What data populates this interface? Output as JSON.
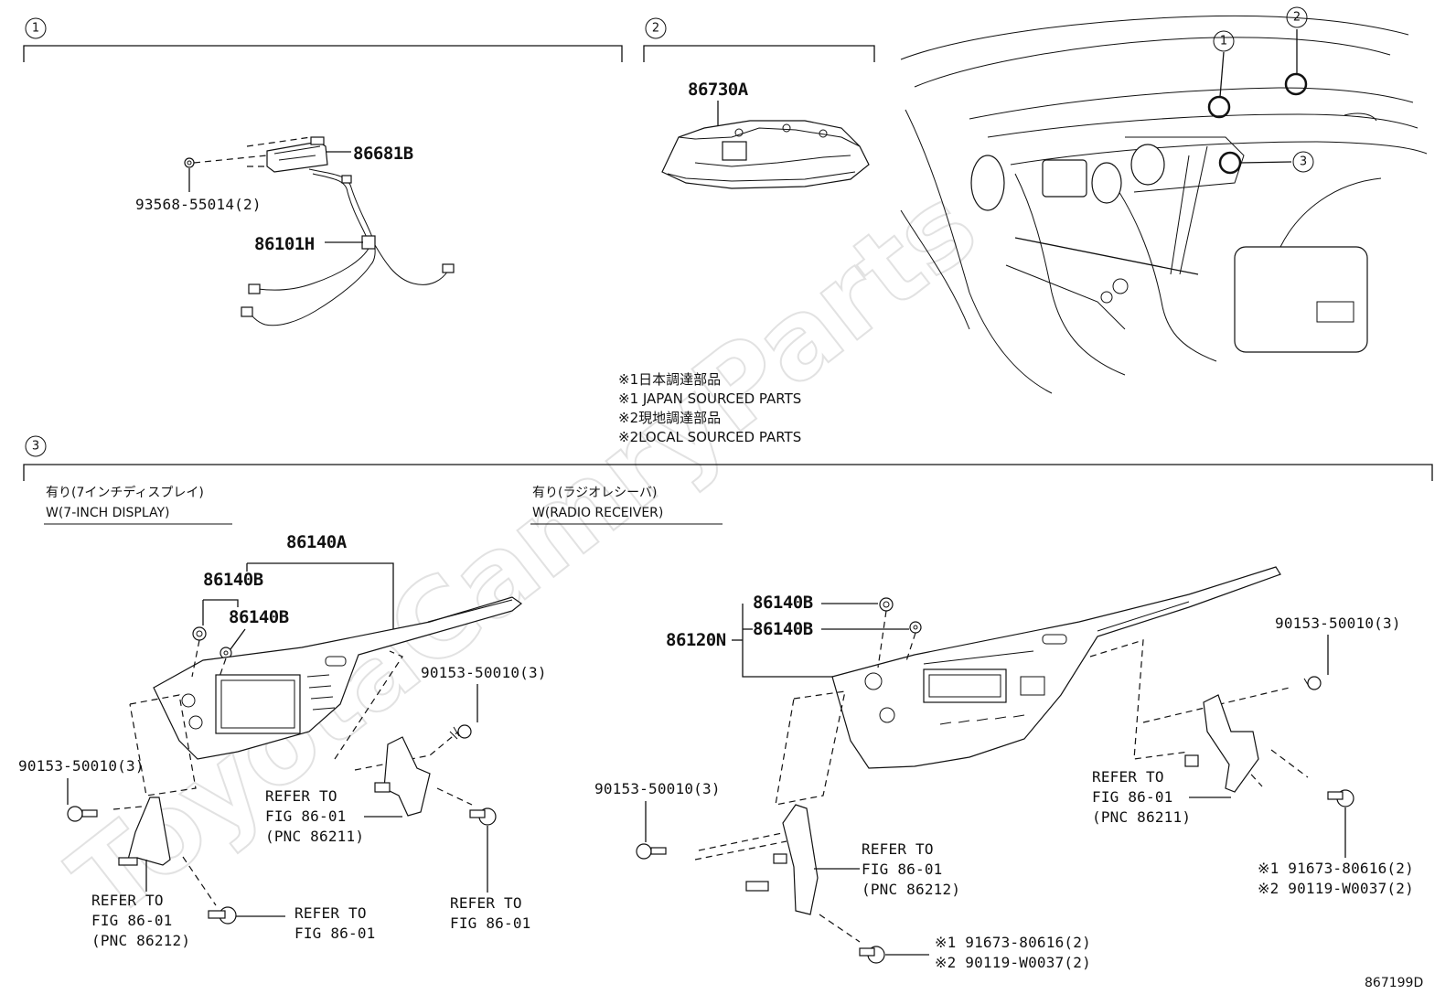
{
  "watermark": "ToyotaCamryParts",
  "sections": {
    "s1": {
      "num": "1"
    },
    "s2": {
      "num": "2"
    },
    "s3": {
      "num": "3"
    }
  },
  "location_markers": [
    "1",
    "2",
    "3"
  ],
  "section1": {
    "part_86681B": "86681B",
    "part_93568": "93568-55014(2)",
    "part_86101H": "86101H"
  },
  "section2": {
    "part_86730A": "86730A"
  },
  "notes": {
    "line1": "※1日本調達部品",
    "line2": "※1 JAPAN SOURCED PARTS",
    "line3": "※2現地調達部品",
    "line4": "※2LOCAL SOURCED PARTS"
  },
  "variant_display": {
    "title_jp": "有り(7インチディスプレイ)",
    "title_en": "W(7-INCH DISPLAY)",
    "part_86140A": "86140A",
    "part_86140B_1": "86140B",
    "part_86140B_2": "86140B",
    "part_90153_a": "90153-50010(3)",
    "part_90153_b": "90153-50010(3)",
    "ref_a": {
      "l1": "REFER TO",
      "l2": "FIG 86-01",
      "l3": "(PNC 86211)"
    },
    "ref_b": {
      "l1": "REFER TO",
      "l2": "FIG 86-01",
      "l3": "(PNC 86212)"
    },
    "ref_c": {
      "l1": "REFER TO",
      "l2": "FIG 86-01"
    },
    "ref_d": {
      "l1": "REFER TO",
      "l2": "FIG 86-01"
    }
  },
  "variant_radio": {
    "title_jp": "有り(ラジオレシーバ)",
    "title_en": "W(RADIO RECEIVER)",
    "part_86140B_1": "86140B",
    "part_86140B_2": "86140B",
    "part_86120N": "86120N",
    "part_90153_a": "90153-50010(3)",
    "part_90153_b": "90153-50010(3)",
    "ref_a": {
      "l1": "REFER TO",
      "l2": "FIG 86-01",
      "l3": "(PNC 86211)"
    },
    "ref_b": {
      "l1": "REFER TO",
      "l2": "FIG 86-01",
      "l3": "(PNC 86212)"
    },
    "bolt_right": {
      "l1": "※1 91673-80616(2)",
      "l2": "※2 90119-W0037(2)"
    },
    "bolt_bottom": {
      "l1": "※1 91673-80616(2)",
      "l2": "※2 90119-W0037(2)"
    }
  },
  "figure_id": "867199D"
}
